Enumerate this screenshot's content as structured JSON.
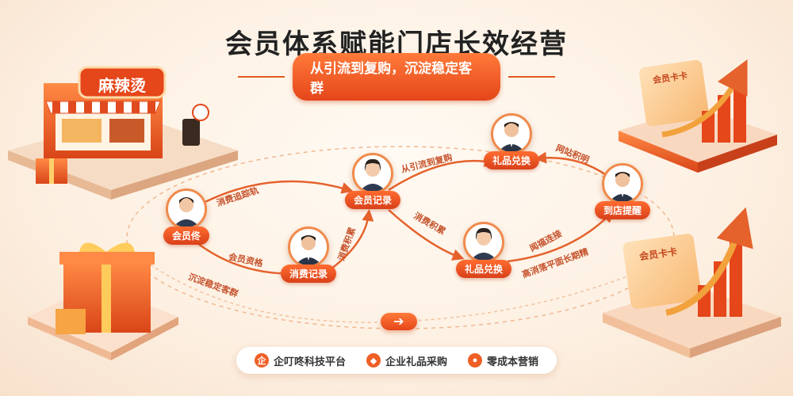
{
  "header": {
    "title": "会员体系赋能门店长效经营",
    "subtitle": "从引流到复购，沉淀稳定客群"
  },
  "store": {
    "sign": "麻辣烫"
  },
  "nodes": {
    "member_join": "会员佟",
    "consume_record": "消费记录",
    "member_record": "会员记录",
    "gift_redeem_top": "礼品兑换",
    "gift_redeem_bottom": "礼品兑换",
    "store_reminder": "到店提醒"
  },
  "path_labels": {
    "consume_track": "消费追踪轨",
    "member_perk": "会员资格",
    "sediment": "沉淀稳定客群",
    "consume_accumulate": "消费积累",
    "drain_repurchase": "从引流到复购",
    "consume_points": "消费积累",
    "gift_change": "网站积明",
    "order_link": "闻福连接",
    "gain_value": "高消落平面长期精"
  },
  "cards": {
    "top_right_card": "会员卡卡",
    "bottom_right_card": "会员卡卡"
  },
  "footer": {
    "items": [
      {
        "icon": "企",
        "label": "企叮咚科技平台"
      },
      {
        "icon": "◆",
        "label": "企业礼品采购"
      },
      {
        "icon": "●",
        "label": "零成本营销"
      }
    ],
    "arrow": "➔"
  },
  "colors": {
    "accent": "#e5461a",
    "accent_light": "#ff7a3a",
    "background": "#fdf0e2"
  }
}
